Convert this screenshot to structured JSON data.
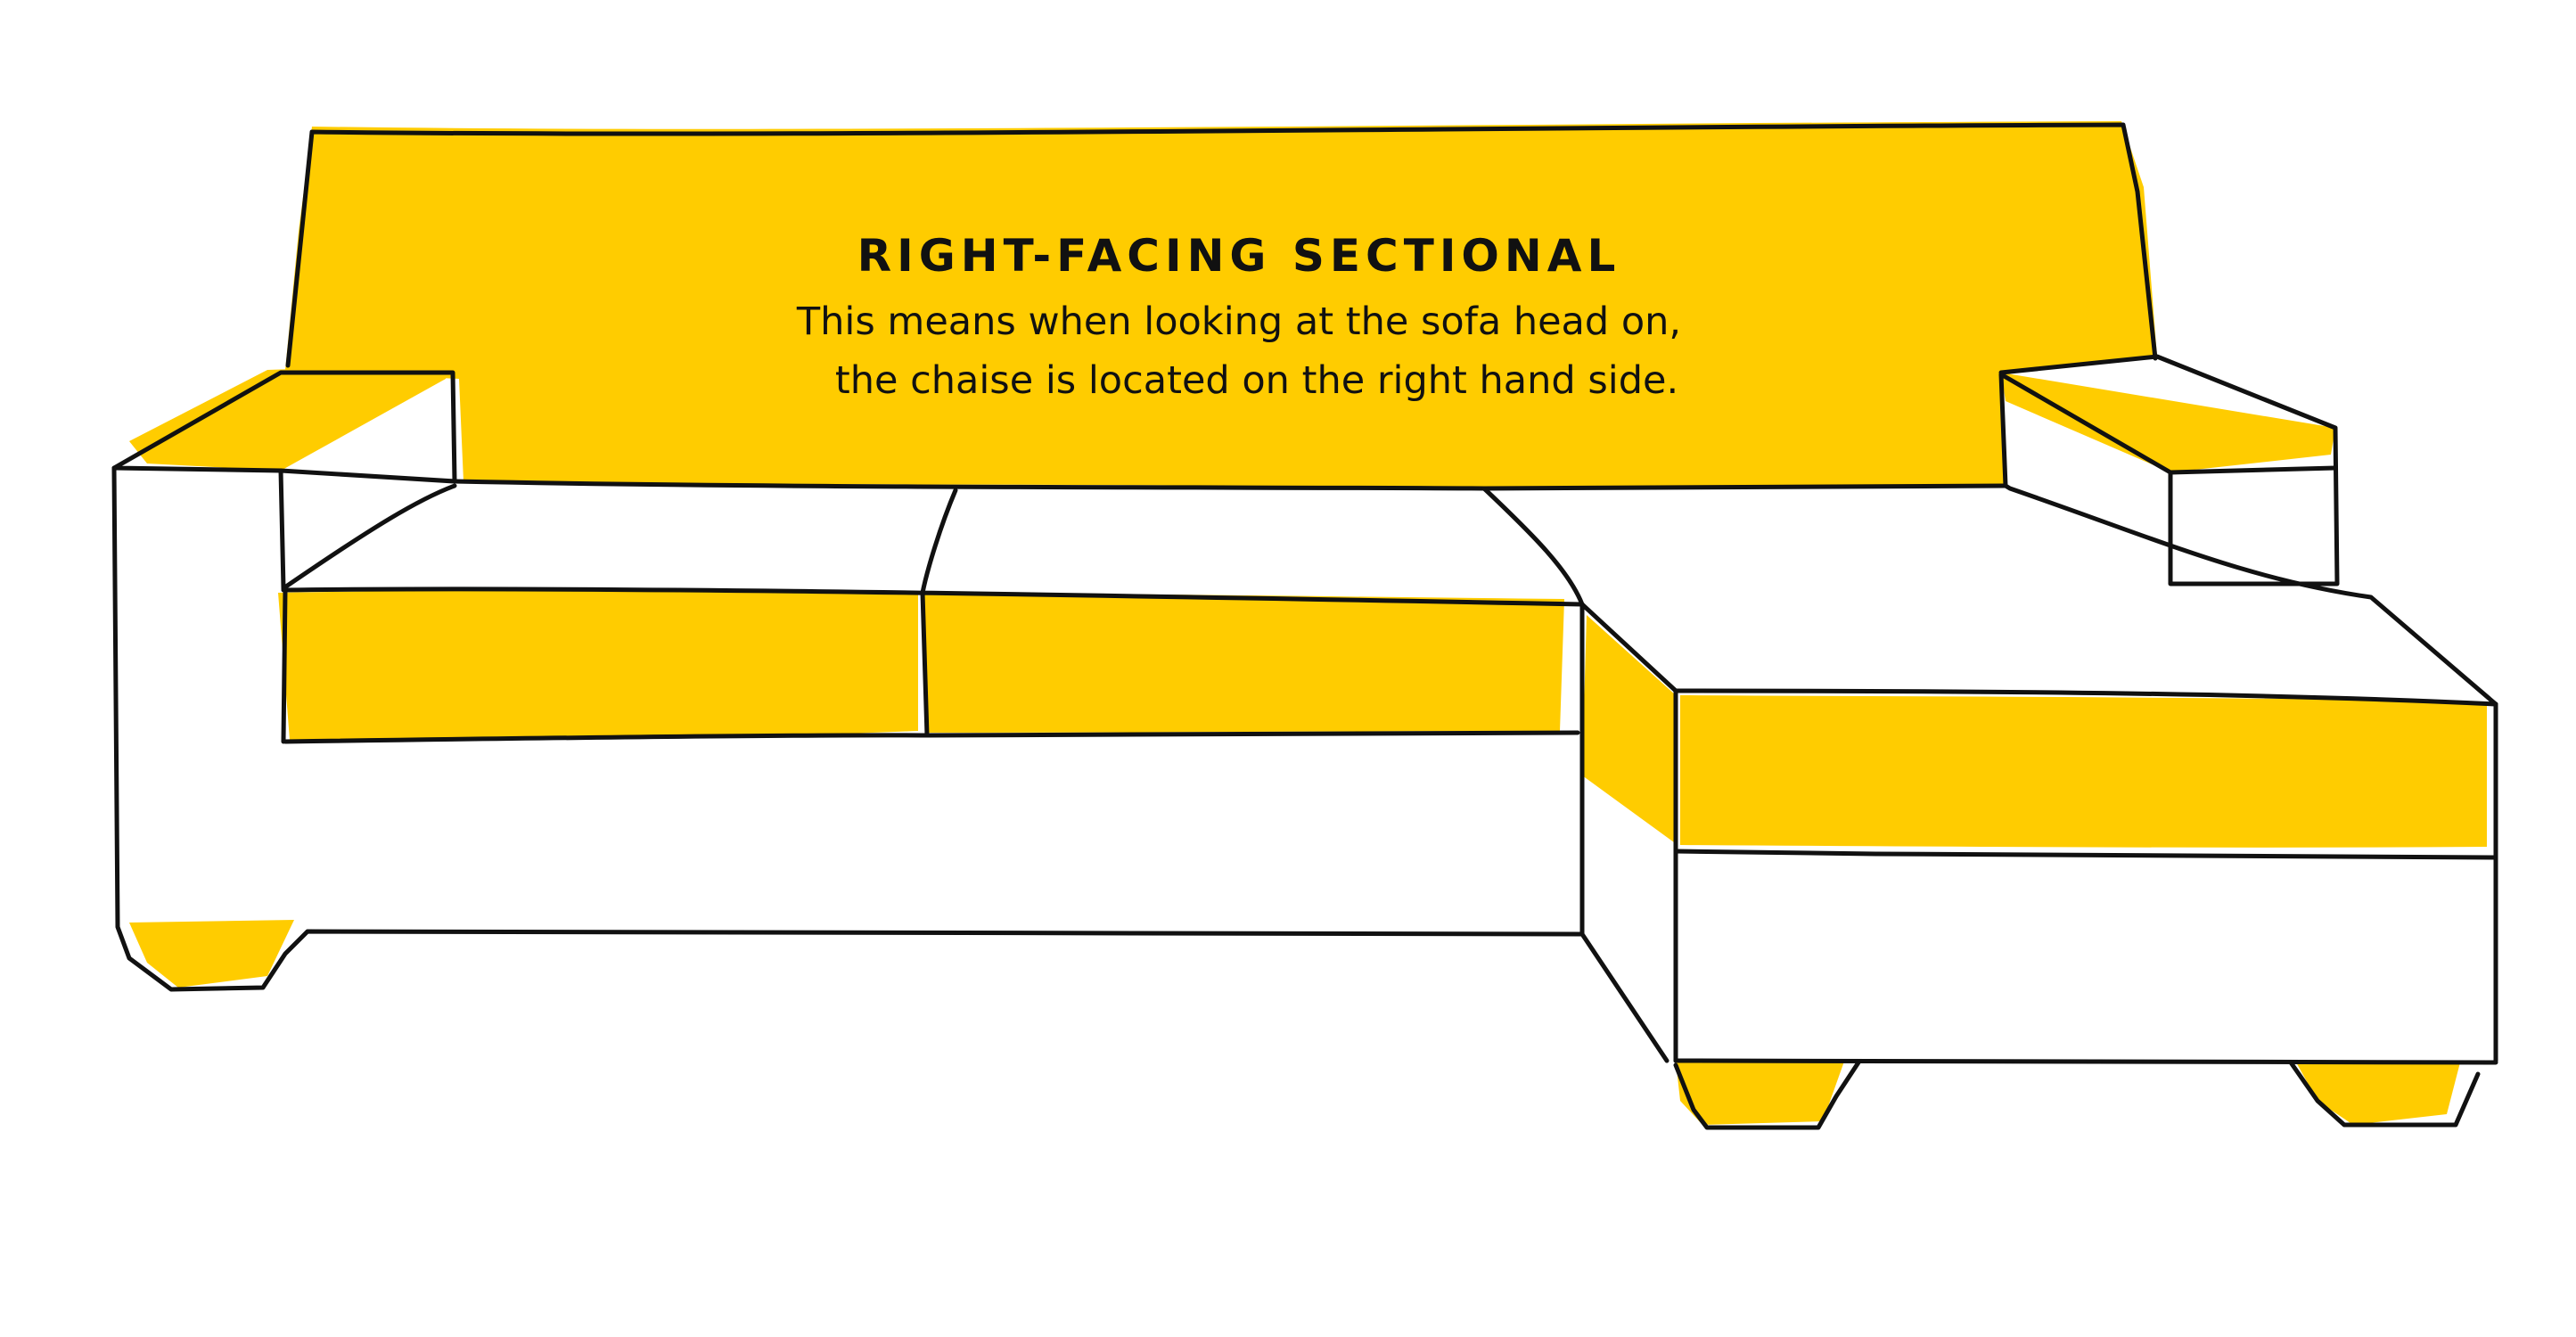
{
  "caption": {
    "title": "RIGHT-FACING SECTIONAL",
    "line1": "This means when looking at the sofa head on,",
    "line2": "the chaise is located on the right hand side."
  },
  "colors": {
    "accent": "#FFCC00",
    "outline": "#111111",
    "background": "#FFFFFF"
  }
}
